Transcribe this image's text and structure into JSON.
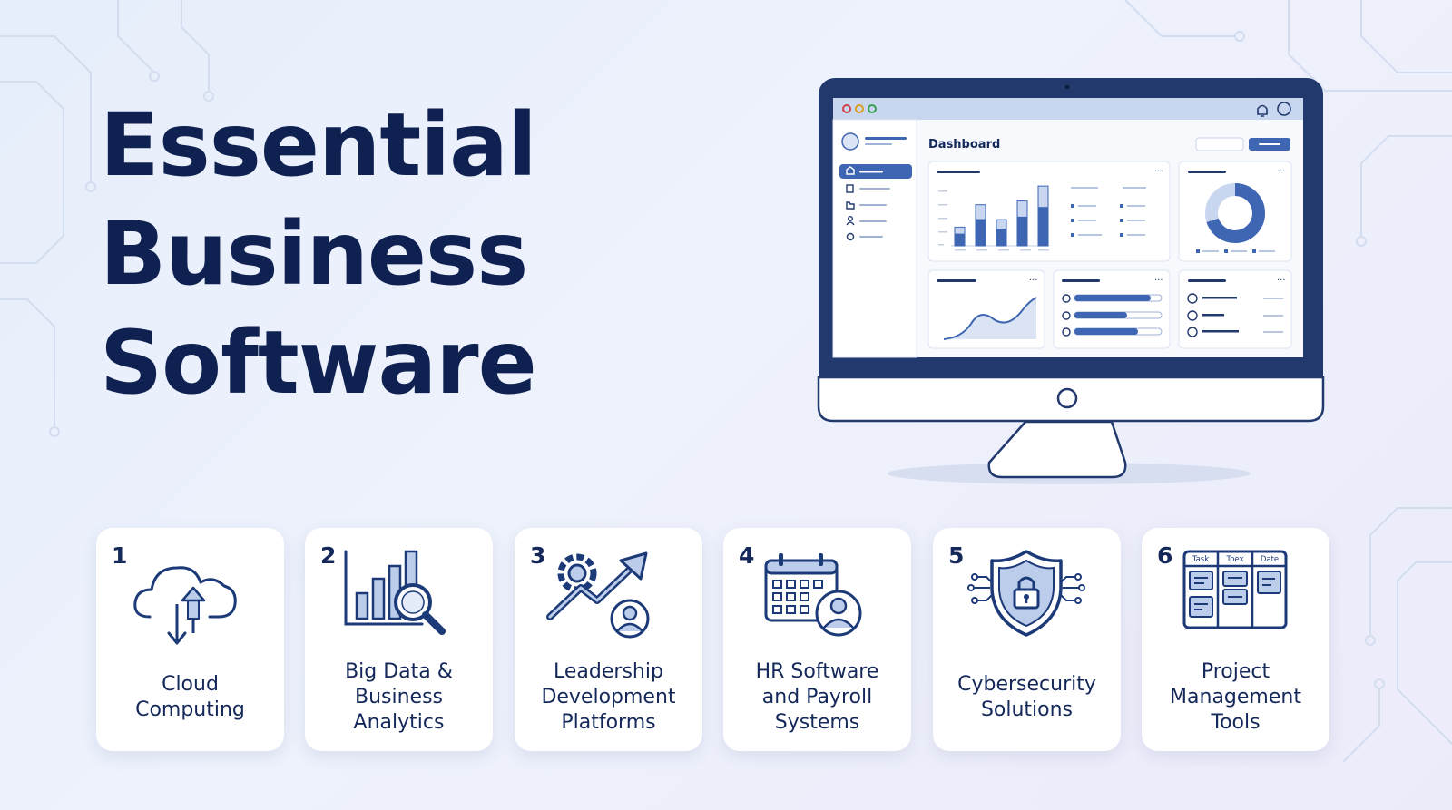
{
  "title_lines": [
    "Essential",
    "Business",
    "Software"
  ],
  "dashboard": {
    "heading": "Dashboard",
    "bar_chart_values": [
      1.0,
      2.2,
      1.4,
      2.4,
      3.2
    ],
    "donut_fraction": 0.7
  },
  "cards": [
    {
      "number": "1",
      "label": "Cloud\nComputing",
      "icon": "cloud-upload-download-icon"
    },
    {
      "number": "2",
      "label": "Big Data &\nBusiness\nAnalytics",
      "icon": "bar-chart-magnifier-icon"
    },
    {
      "number": "3",
      "label": "Leadership\nDevelopment\nPlatforms",
      "icon": "gear-trend-arrow-person-icon"
    },
    {
      "number": "4",
      "label": "HR Software\nand Payroll\nSystems",
      "icon": "calendar-person-icon"
    },
    {
      "number": "5",
      "label": "Cybersecurity\nSolutions",
      "icon": "shield-lock-icon"
    },
    {
      "number": "6",
      "label": "Project\nManagement\nTools",
      "icon": "kanban-board-icon",
      "board_columns": [
        "Task",
        "Toex",
        "Date"
      ]
    }
  ],
  "colors": {
    "navy": "#0f2150",
    "accent": "#3e66b3",
    "icon_stroke": "#1c3a78",
    "monitor_frame": "#22396e",
    "background": "#e9effb"
  }
}
